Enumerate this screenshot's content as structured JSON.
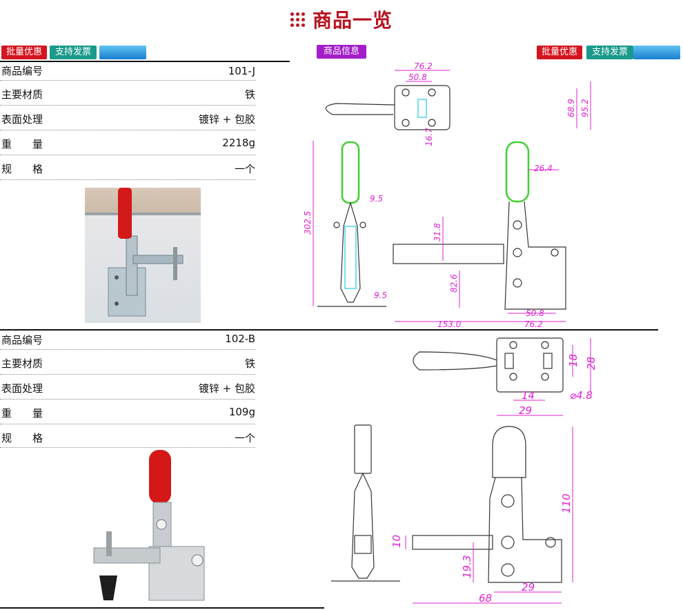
{
  "header": {
    "title": "商品一览"
  },
  "badges": {
    "left": [
      "批量优惠",
      "支持发票"
    ],
    "center": "商品信息",
    "right": [
      "批量优惠",
      "支持发票"
    ]
  },
  "products": [
    {
      "rows": [
        {
          "label": "商品编号",
          "value": "101-J"
        },
        {
          "label": "主要材质",
          "value": "铁"
        },
        {
          "label": "表面处理",
          "value": "镀锌 + 包胶"
        },
        {
          "label": "重　　量",
          "value": "2218g"
        },
        {
          "label": "规　　格",
          "value": "一个"
        }
      ],
      "dimensions": [
        "76.2",
        "50.8",
        "68.9",
        "95.2",
        "16.7",
        "26.4",
        "9.5",
        "302.5",
        "31.8",
        "82.6",
        "9.5",
        "50.8",
        "153.0",
        "76.2"
      ]
    },
    {
      "rows": [
        {
          "label": "商品编号",
          "value": "102-B"
        },
        {
          "label": "主要材质",
          "value": "铁"
        },
        {
          "label": "表面处理",
          "value": "镀锌 + 包胶"
        },
        {
          "label": "重　　量",
          "value": "109g"
        },
        {
          "label": "规　　格",
          "value": "一个"
        }
      ],
      "dimensions": [
        "18",
        "28",
        "14",
        "⌀4.8",
        "29",
        "110",
        "10",
        "19.3",
        "29",
        "68"
      ]
    }
  ],
  "colors": {
    "accent_red": "#d4141e",
    "dimension_magenta": "#e020d0",
    "drawing_cyan": "#20c8e8",
    "grip_green": "#40d030"
  }
}
